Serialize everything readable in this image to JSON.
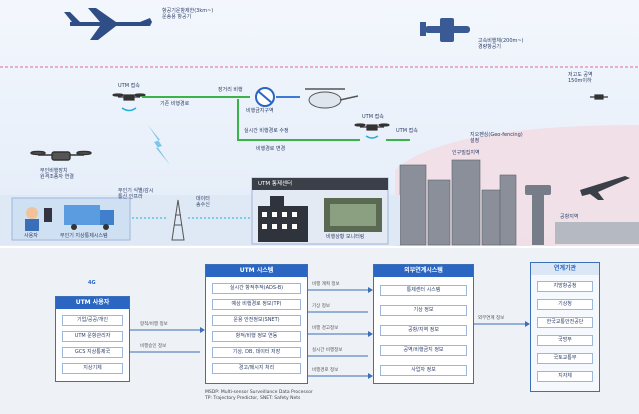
{
  "top": {
    "plane_label_1": "항공기운항제한(3km~)\n운송용 항공기",
    "plane_label_2": "고속비행체(200m~)\n경량항공기",
    "altitude_label": "저고도 공역\n150m이하",
    "drone_a_label": "UTM 접속",
    "route_label": "기존 비행경로",
    "detour_label": "장거리 비행",
    "no_fly_label": "비행금지구역",
    "drone_b_label": "UTM 접속",
    "reroute_label": "실시간 비행경로 수정",
    "path_change_label": "비행경로 변경",
    "drone_c_label": "UTM 접속",
    "operator_label": "무인비행장치\n원격조종자 연결",
    "geofence_label": "지오펜싱(Geo-fencing)\n설정",
    "city_label": "인구밀집지역",
    "airport_label": "공항지역",
    "tower_label": "무인기 식별/감시\n통신 인프라",
    "link_label": "데이터\n송수신",
    "utm_center_label": "UTM 통제센터",
    "user_label": "사용자",
    "truck_label": "무인기 지상통제시스템",
    "monitor_label": "비행상황 모니터링"
  },
  "bottom": {
    "left_icon_label": "4G",
    "operator_box": {
      "title": "UTM 사용자",
      "rows": [
        "기업/공공/개인",
        "UTM 운항관리자",
        "GCS 지상통제국",
        "지상기체"
      ]
    },
    "utm_box": {
      "title": "UTM 시스템",
      "rows": [
        "실시간 항적추적(ADS-B)",
        "예상 비행경로 정보(TP)",
        "운용 안전정보(SNET)",
        "항적/비행 정보 연동",
        "기상, DB, 데이터 저장",
        "경고/메시지 처리"
      ]
    },
    "external_box": {
      "title": "외부연계시스템",
      "rows": [
        "통제센터 시스템",
        "기상 정보",
        "공항/지역 정보",
        "공역/비행금지 정보",
        "사업자 정보"
      ]
    },
    "right_box": {
      "title": "연계기관",
      "rows": [
        "지방항공청",
        "기상청",
        "한국교통안전공단",
        "국방부",
        "국토교통부",
        "지자체"
      ]
    },
    "arrow_left_1": "항적/비행 정보",
    "arrow_left_2": "비행승인 정보",
    "arrow_mid_1": "비행 계획 정보",
    "arrow_mid_2": "기상 정보",
    "arrow_mid_3": "비행 경고정보",
    "arrow_mid_4": "실시간 비행정보",
    "arrow_mid_5": "비행경로 정보",
    "arrow_right": "외부연계 정보",
    "footnote": "MSDP: Multi-sensor Surveillance Data Processor\nTP: Trajectory Predictor, SNET: Safety Nets"
  },
  "colors": {
    "sky": "#e9f1fb",
    "ground": "#eef1f6",
    "accent": "#2a66c2",
    "path_green": "#3bb24a",
    "path_blue": "#3b7bd6",
    "arrow_cyan": "#20b0d8",
    "building_gray": "#8a8f99"
  }
}
